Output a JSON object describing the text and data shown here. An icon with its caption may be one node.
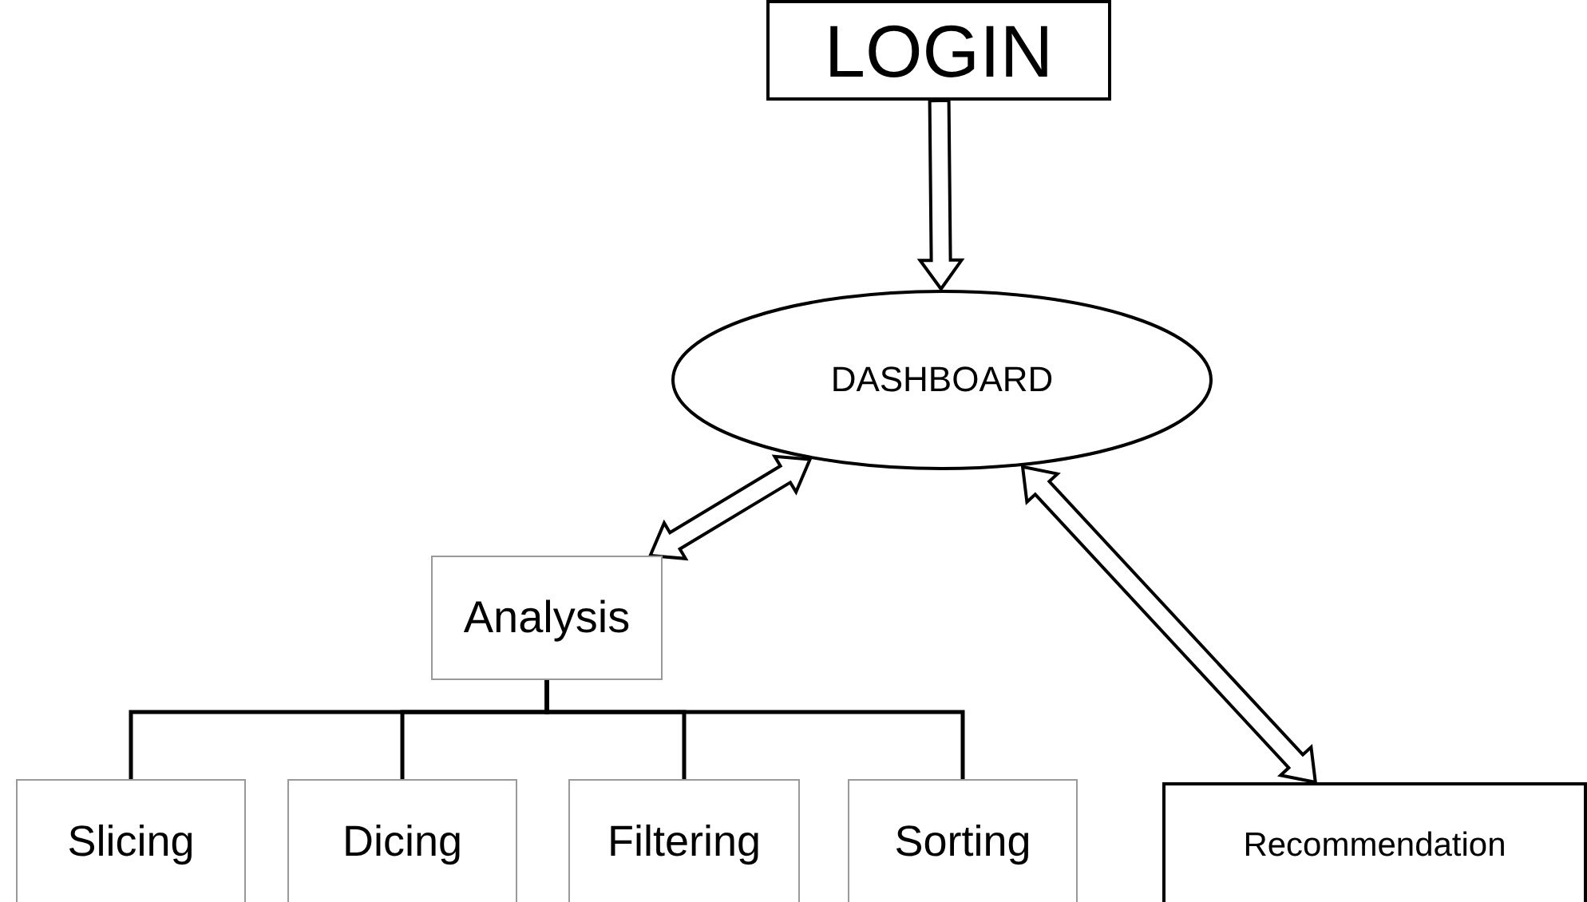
{
  "diagram": {
    "nodes": [
      {
        "text": [
          "LOGIN"
        ]
      },
      {
        "text": [
          "DASHBOARD"
        ]
      },
      {
        "text": [
          "Analysis"
        ]
      },
      {
        "text": [
          "Slicing"
        ]
      },
      {
        "text": [
          "Dicing"
        ]
      },
      {
        "text": [
          "Filtering"
        ]
      },
      {
        "text": [
          "Sorting"
        ]
      },
      {
        "text": [
          "Recommendation"
        ]
      }
    ],
    "edges": [
      {
        "from": 0,
        "to": 1,
        "arrow": "to",
        "style": "thick"
      },
      {
        "from": 1,
        "to": 2,
        "arrow": "both",
        "style": "thick"
      },
      {
        "from": 1,
        "to": 7,
        "arrow": "both",
        "style": "thick"
      },
      {
        "from": 2,
        "to": 3,
        "arrow": "none"
      },
      {
        "from": 2,
        "to": 4,
        "arrow": "none"
      },
      {
        "from": 2,
        "to": 5,
        "arrow": "none"
      },
      {
        "from": 2,
        "to": 6,
        "arrow": "none"
      }
    ]
  }
}
